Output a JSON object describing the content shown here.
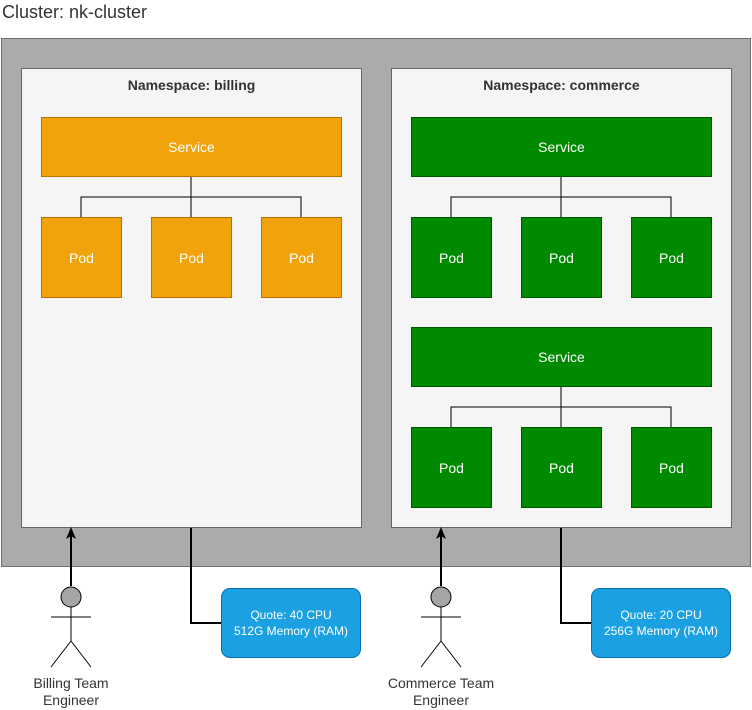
{
  "cluster": {
    "title": "Cluster: nk-cluster"
  },
  "namespaces": [
    {
      "title": "Namespace: billing",
      "color": "#f0a30a",
      "services": [
        {
          "label": "Service",
          "pods": [
            "Pod",
            "Pod",
            "Pod"
          ]
        }
      ],
      "quota": {
        "cpu": "Quote: 40 CPU",
        "memory": "512G Memory (RAM)"
      },
      "actor": {
        "line1": "Billing Team",
        "line2": "Engineer"
      }
    },
    {
      "title": "Namespace: commerce",
      "color": "#008a00",
      "services": [
        {
          "label": "Service",
          "pods": [
            "Pod",
            "Pod",
            "Pod"
          ]
        },
        {
          "label": "Service",
          "pods": [
            "Pod",
            "Pod",
            "Pod"
          ]
        }
      ],
      "quota": {
        "cpu": "Quote: 20 CPU",
        "memory": "256G Memory (RAM)"
      },
      "actor": {
        "line1": "Commerce Team",
        "line2": "Engineer"
      }
    }
  ],
  "colors": {
    "quota": "#1ba1e2",
    "cluster": "#ababab",
    "namespace": "#f5f5f5"
  }
}
